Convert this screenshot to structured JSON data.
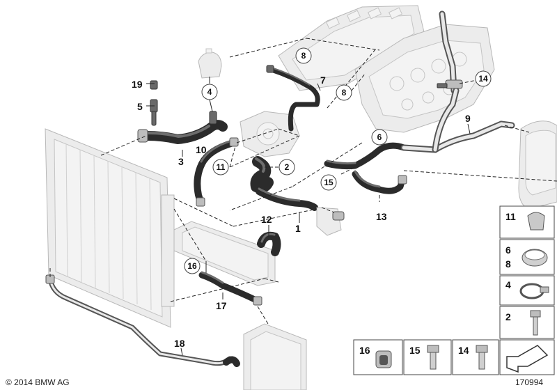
{
  "copyright": "© 2014 BMW AG",
  "diagram_id": "170994",
  "callouts": {
    "c1": "1",
    "c2": "2",
    "c3": "3",
    "c4": "4",
    "c5": "5",
    "c6": "6",
    "c7": "7",
    "c8a": "8",
    "c8b": "8",
    "c9": "9",
    "c10": "10",
    "c11": "11",
    "c12": "12",
    "c13": "13",
    "c14": "14",
    "c15": "15",
    "c16": "16",
    "c17": "17",
    "c18": "18",
    "c19": "19"
  },
  "legend": {
    "clip_11": "11",
    "clamp_6": "6",
    "clamp_8": "8",
    "clamp_4": "4",
    "bolt_2": "2",
    "seal_16": "16",
    "bolt_15": "15",
    "bolt_14": "14"
  }
}
